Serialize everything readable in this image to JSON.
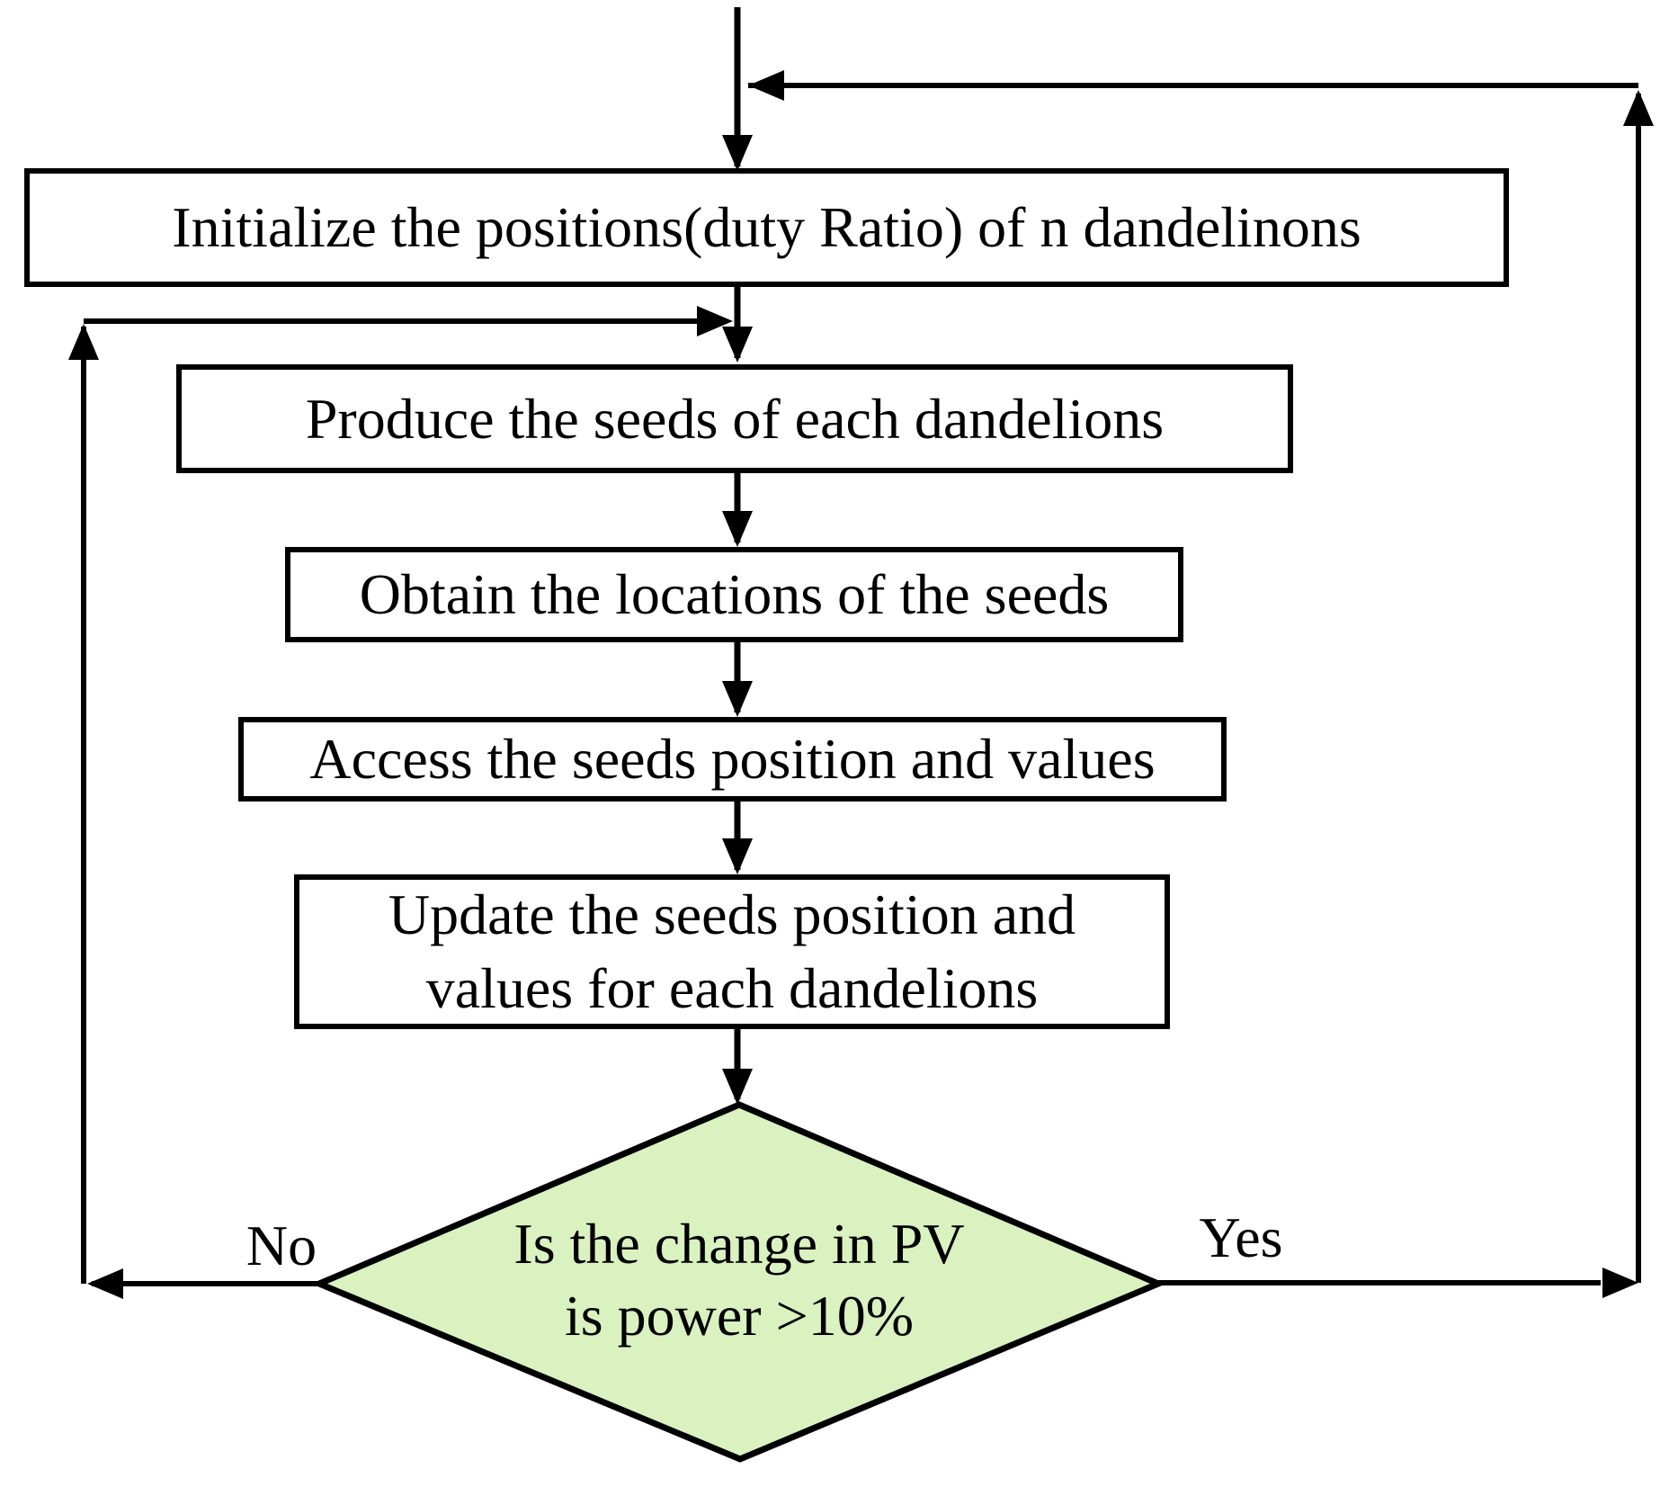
{
  "figure": {
    "background": "#ffffff",
    "line_color": "#000000"
  },
  "nodes": {
    "initialize_box": {
      "label": "Initialize the positions(duty Ratio) of n dandelinons"
    },
    "produce_box": {
      "label": "Produce the seeds of each dandelions"
    },
    "obtain_box": {
      "label": "Obtain the locations of the seeds"
    },
    "access_box": {
      "label": "Access the seeds position and values"
    },
    "update_box": {
      "label": "Update the seeds position and\nvalues for each dandelions"
    },
    "decision_diamond": {
      "label": "Is the change in PV\nis power >10%",
      "fill": "#d9f2c0"
    }
  },
  "edges": {
    "no_label": "No",
    "yes_label": "Yes"
  }
}
